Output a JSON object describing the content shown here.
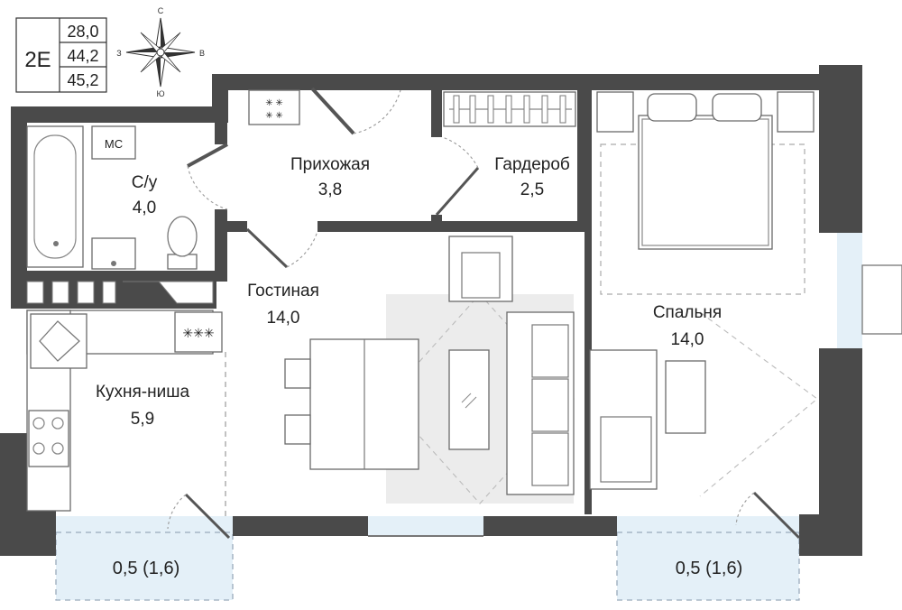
{
  "apartment": {
    "code": "2E",
    "areas": [
      "28,0",
      "44,2",
      "45,2"
    ]
  },
  "compass": {
    "north": "С",
    "south": "Ю",
    "west": "З",
    "east": "В"
  },
  "rooms": {
    "bathroom": {
      "name": "С/у",
      "area": "4,0"
    },
    "hallway": {
      "name": "Прихожая",
      "area": "3,8"
    },
    "wardrobe": {
      "name": "Гардероб",
      "area": "2,5"
    },
    "living": {
      "name": "Гостиная",
      "area": "14,0"
    },
    "kitchen": {
      "name": "Кухня-ниша",
      "area": "5,9"
    },
    "bedroom": {
      "name": "Спальня",
      "area": "14,0"
    }
  },
  "balconies": {
    "left": "0,5 (1,6)",
    "right": "0,5 (1,6)"
  },
  "fixtures": {
    "washer_label": "МС"
  },
  "colors": {
    "wall": "#4a4a4a",
    "balcony": "#e4f0f8",
    "rug": "#ececec"
  }
}
